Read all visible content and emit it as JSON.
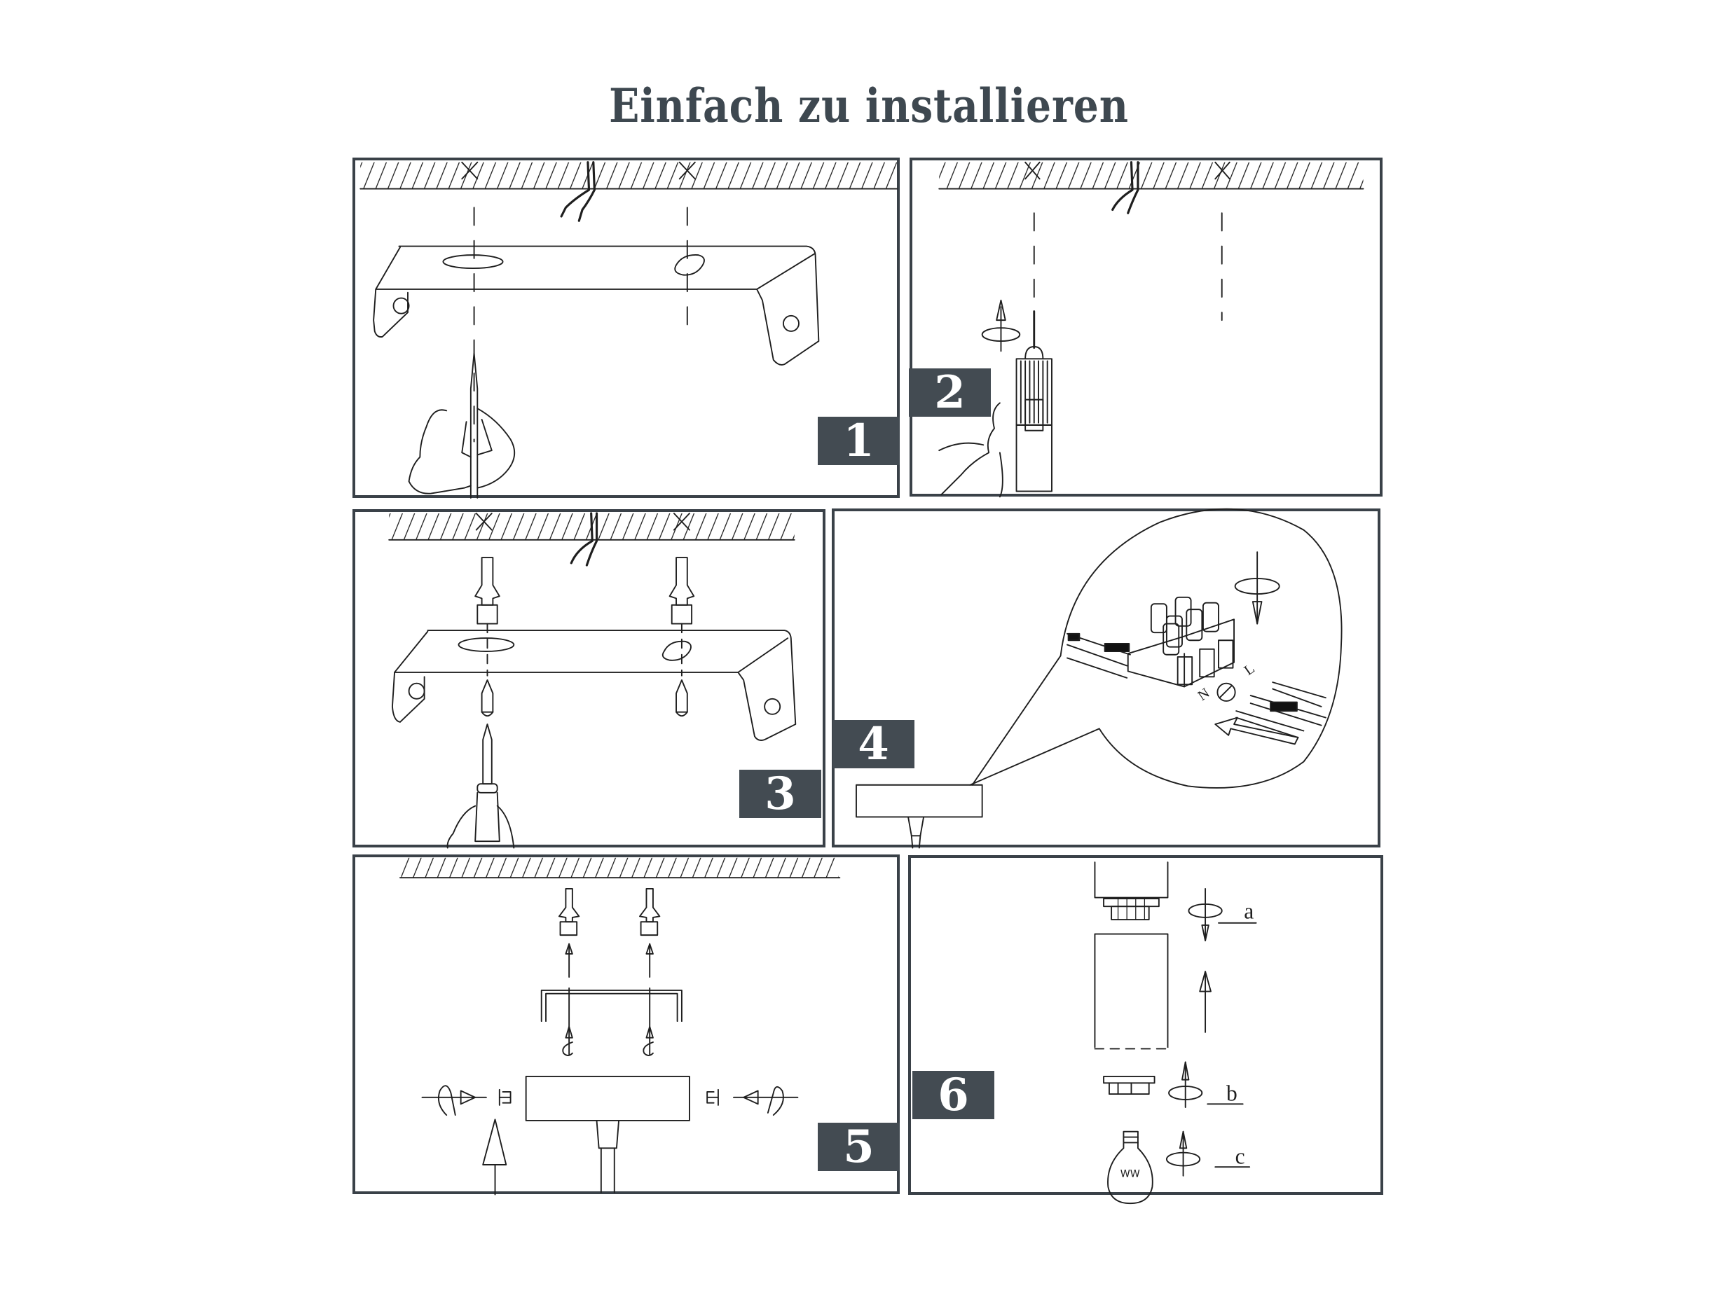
{
  "title": "Einfach zu installieren",
  "colors": {
    "badge_bg": "#434b52",
    "badge_text": "#ffffff",
    "title": "#3e4850",
    "line": "#1e1e1e",
    "frame": "#3a4148"
  },
  "steps": [
    {
      "number": "1",
      "description": "mark-drill-holes-through-bracket"
    },
    {
      "number": "2",
      "description": "drill-holes"
    },
    {
      "number": "3",
      "description": "insert-dowels-and-screw-bracket"
    },
    {
      "number": "4",
      "description": "connect-wires-to-terminal-block",
      "terminal_labels": [
        "N",
        "⏚",
        "L"
      ]
    },
    {
      "number": "5",
      "description": "mount-canopy-to-bracket"
    },
    {
      "number": "6",
      "description": "assemble-shade-ring-and-bulb",
      "sub_labels": [
        "a",
        "b",
        "c"
      ],
      "bulb_marking": "WW"
    }
  ]
}
